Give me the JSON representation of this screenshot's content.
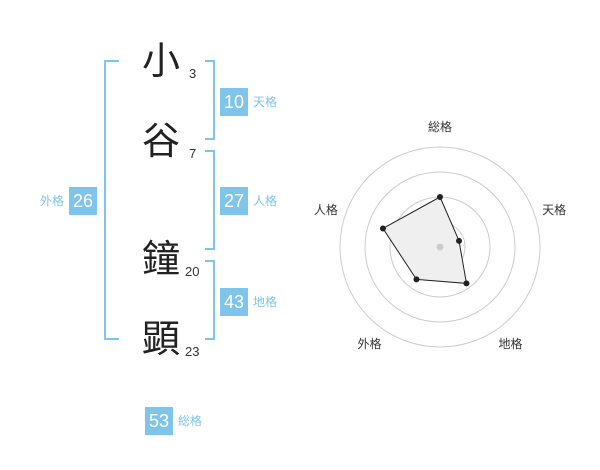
{
  "name": {
    "characters": [
      {
        "char": "小",
        "strokes": "3"
      },
      {
        "char": "谷",
        "strokes": "7"
      },
      {
        "char": "鐘",
        "strokes": "20"
      },
      {
        "char": "顕",
        "strokes": "23"
      }
    ]
  },
  "scores": {
    "tenkaku": {
      "value": "10",
      "label": "天格"
    },
    "jinkaku": {
      "value": "27",
      "label": "人格"
    },
    "chikaku": {
      "value": "43",
      "label": "地格"
    },
    "gaikaku": {
      "value": "26",
      "label": "外格"
    },
    "soukaku": {
      "value": "53",
      "label": "総格"
    }
  },
  "chart_data": {
    "type": "radar",
    "axes": [
      "総格",
      "天格",
      "地格",
      "外格",
      "人格"
    ],
    "values": [
      0.5,
      0.2,
      0.45,
      0.4,
      0.6
    ],
    "scale_max": 1,
    "rings": 4,
    "colors": {
      "fill": "#efefef",
      "line": "#222222",
      "ring": "#cccccc",
      "center": "#cccccc"
    }
  }
}
